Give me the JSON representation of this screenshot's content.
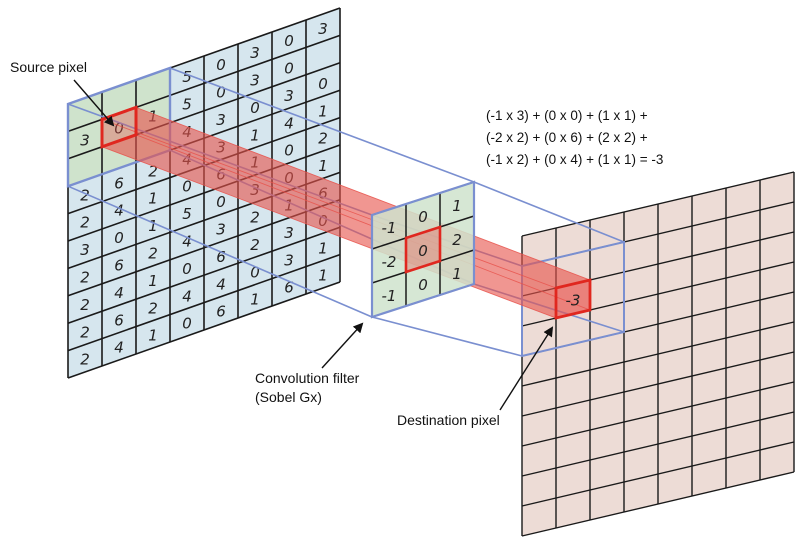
{
  "labels": {
    "source": "Source pixel",
    "filter_line1": "Convolution filter",
    "filter_line2": "(Sobel Gx)",
    "destination": "Destination pixel"
  },
  "equation": [
    "(-1 x 3) + (0 x 0) + (1 x 1) +",
    "(-2 x 2) + (0 x 6) + (2 x 2) +",
    "(-1 x 2) + (0 x 4) + (1 x 1)  = -3"
  ],
  "source_grid": [
    [
      "",
      "",
      "",
      "5",
      "0",
      "3",
      "0",
      "3"
    ],
    [
      "3",
      "0",
      "1",
      "5",
      "0",
      "3",
      "0",
      ""
    ],
    [
      "",
      "",
      "",
      "4",
      "3",
      "0",
      "3",
      "0"
    ],
    [
      "2",
      "6",
      "2",
      "4",
      "3",
      "1",
      "4",
      "1"
    ],
    [
      "2",
      "4",
      "1",
      "0",
      "6",
      "1",
      "0",
      "2"
    ],
    [
      "3",
      "0",
      "1",
      "5",
      "0",
      "3",
      "0",
      "1"
    ],
    [
      "2",
      "6",
      "2",
      "4",
      "3",
      "2",
      "1",
      "6"
    ],
    [
      "2",
      "4",
      "1",
      "0",
      "6",
      "2",
      "3",
      "0"
    ],
    [
      "2",
      "6",
      "2",
      "4",
      "4",
      "0",
      "3",
      "1"
    ],
    [
      "2",
      "4",
      "1",
      "0",
      "6",
      "1",
      "6",
      "1"
    ]
  ],
  "filter_grid": [
    [
      "-1",
      "0",
      "1"
    ],
    [
      "-2",
      "0",
      "2"
    ],
    [
      "-1",
      "0",
      "1"
    ]
  ],
  "destination_value": "-3",
  "colors": {
    "source_fill": "#d6e6ee",
    "kernel_fill": "#cfe3cc",
    "dest_fill": "#eddcd6",
    "highlight": "#e0271f",
    "beam": "#e8534d",
    "frame": "#7a8fd0"
  }
}
